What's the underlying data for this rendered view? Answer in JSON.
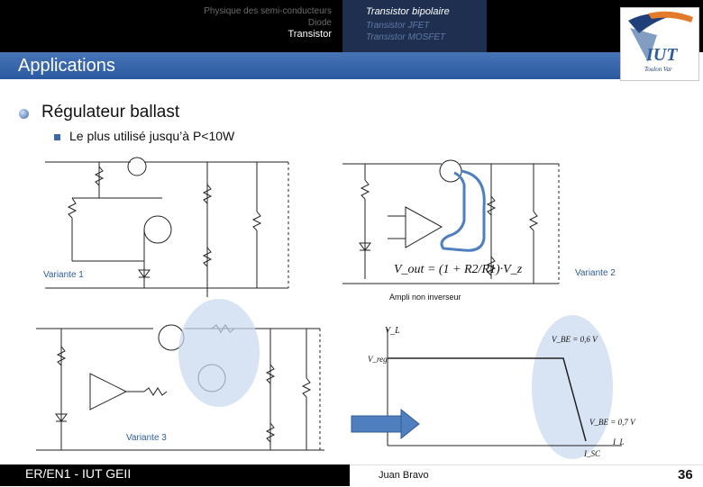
{
  "header": {
    "nav_left": [
      "Physique des semi-conducteurs",
      "Diode",
      "Transistor"
    ],
    "nav_right": [
      "Transistor bipolaire",
      "Transistor JFET",
      "Transistor MOSFET"
    ],
    "logo_text": "IUT",
    "logo_subtext": "Toulon Var"
  },
  "section_title": "Applications",
  "content": {
    "heading": "Régulateur ballast",
    "subpoint": "Le plus utilisé jusqu’à P<10W",
    "variant1": "Variante 1",
    "variant2": "Variante 2",
    "variant3": "Variante 3",
    "ampli_caption": "Ampli non inverseur",
    "formula": "V_out = (1 + R2/R1)·V_z",
    "graph_labels": {
      "vl": "V_L",
      "vreg": "V_reg",
      "vbe1": "V_BE = 0,6 V",
      "vbe2": "V_BE = 0,7 V",
      "il": "I_L",
      "isc": "I_SC"
    }
  },
  "footer": {
    "left": "ER/EN1 - IUT GEII",
    "center": "Juan Bravo",
    "page": "36"
  },
  "colors": {
    "bg": "#ffffff",
    "topbar": "#000000",
    "navy": "#1f2f4f",
    "accent_blue": "#2c5aa0",
    "highlight": "#c8d7ee",
    "loop": "#4f7fbf"
  }
}
